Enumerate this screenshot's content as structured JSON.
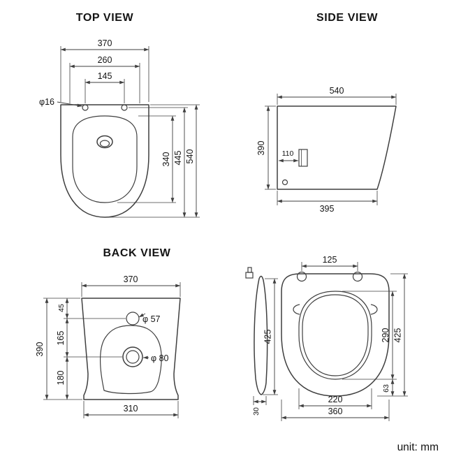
{
  "unit_label": "unit: mm",
  "top_view": {
    "title": "TOP VIEW",
    "dims": {
      "overall_width": "370",
      "seat_width": "260",
      "hinge_spacing": "145",
      "hinge_hole_dia": "φ16",
      "overall_depth": "540",
      "mid_depth": "445",
      "bowl_depth": "340"
    }
  },
  "side_view": {
    "title": "SIDE VIEW",
    "dims": {
      "top_depth": "540",
      "height": "390",
      "inlet_offset": "110",
      "base_depth": "395"
    }
  },
  "back_view": {
    "title": "BACK VIEW",
    "dims": {
      "overall_width": "370",
      "top_offset": "45",
      "inlet_dia": "φ 57",
      "mid_offset": "165",
      "height": "390",
      "bottom_offset": "180",
      "outlet_dia": "φ 80",
      "base_width": "310"
    }
  },
  "seat_view": {
    "dims": {
      "hinge_spacing": "125",
      "profile_length": "425",
      "profile_thickness": "30",
      "seat_length": "425",
      "inner_length": "290",
      "front_offset": "63",
      "inner_width": "220",
      "seat_width": "360"
    }
  }
}
